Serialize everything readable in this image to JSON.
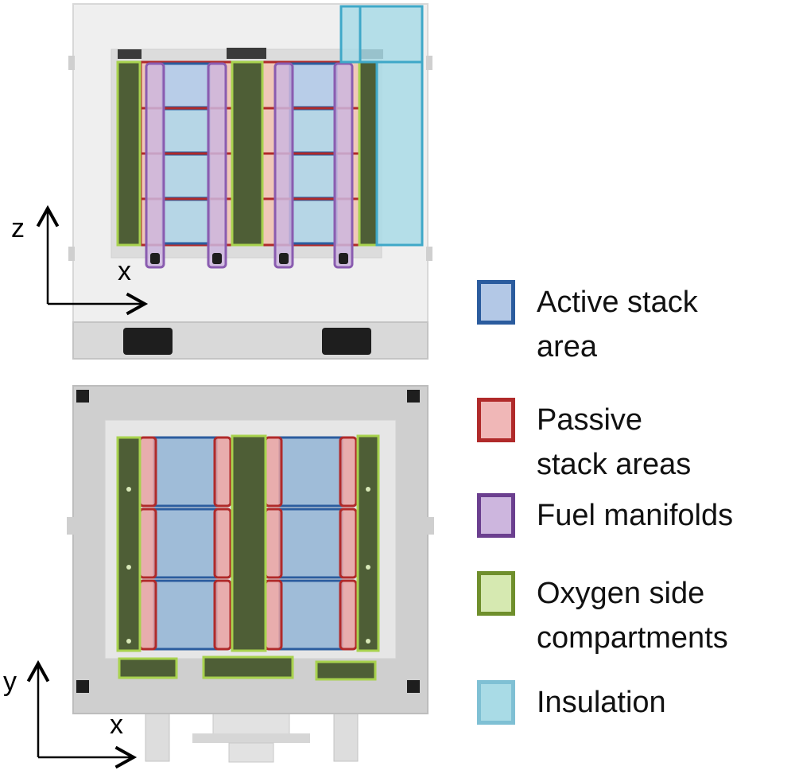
{
  "views": {
    "top": {
      "axis_vertical": "z",
      "axis_horizontal": "x"
    },
    "bottom": {
      "axis_vertical": "y",
      "axis_horizontal": "x"
    }
  },
  "colors": {
    "active_border": "#2b5c9e",
    "active_fill": "#b3c8e6",
    "passive_border": "#b02a2a",
    "passive_fill": "#eaa8a8",
    "fuel_border": "#7a4a9c",
    "fuel_fill": "#cdb6de",
    "oxygen_border": "#a8d24e",
    "oxygen_fill": "#4e5e36",
    "insulation_border": "#3fa8c8",
    "insulation_fill": "#a9dbe6"
  },
  "legend": {
    "items": [
      {
        "lines": [
          "Active stack",
          "area"
        ],
        "border": "#2b5c9e",
        "fill": "#b3c8e6"
      },
      {
        "lines": [
          "Passive",
          "stack areas"
        ],
        "border": "#b02a2a",
        "fill": "#f0b7b7"
      },
      {
        "lines": [
          "Fuel manifolds"
        ],
        "border": "#6b3f8f",
        "fill": "#cdb6de"
      },
      {
        "lines": [
          "Oxygen side",
          "compartments"
        ],
        "border": "#6f8f2c",
        "fill": "#d6e9b1"
      },
      {
        "lines": [
          "Insulation"
        ],
        "border": "#7fc0d4",
        "fill": "#a9dbe6"
      }
    ]
  }
}
